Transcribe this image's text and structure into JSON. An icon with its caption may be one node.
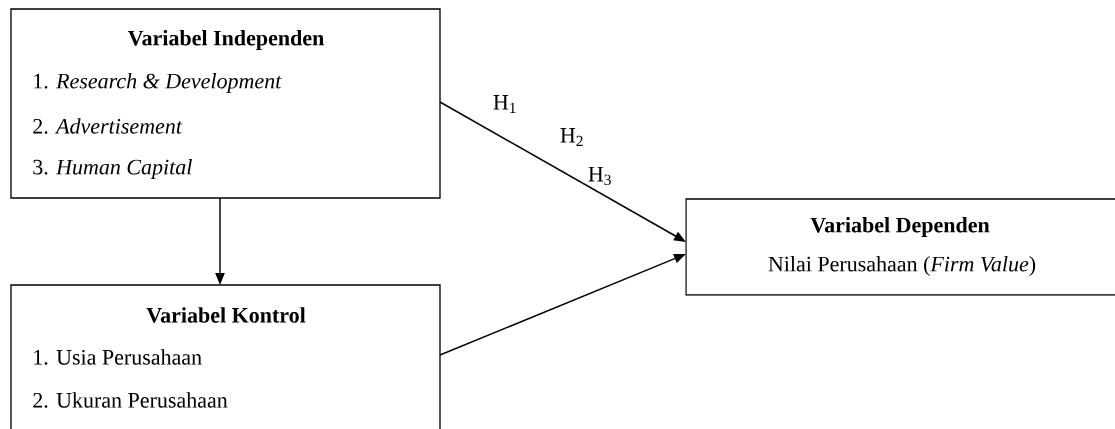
{
  "diagram": {
    "nodes": [
      {
        "text": [
          "Variabel Independen",
          "1. *Research & Development*",
          "2. *Advertisement*",
          "3. *Human Capital*"
        ]
      },
      {
        "text": [
          "Variabel Kontrol",
          "1. Usia Perusahaan",
          "2. Ukuran Perusahaan"
        ]
      },
      {
        "text": [
          "Variabel Dependen",
          "Nilai Perusahaan (*Firm Value*)"
        ]
      }
    ],
    "edges": [
      {
        "from": 0,
        "to": 2,
        "arrow": "to"
      },
      {
        "from": 0,
        "to": 1,
        "arrow": "to"
      },
      {
        "from": 1,
        "to": 2,
        "arrow": "to"
      }
    ],
    "labels": [
      "H$_{1}$",
      "H$_{2}$",
      "H$_{3}$"
    ]
  }
}
